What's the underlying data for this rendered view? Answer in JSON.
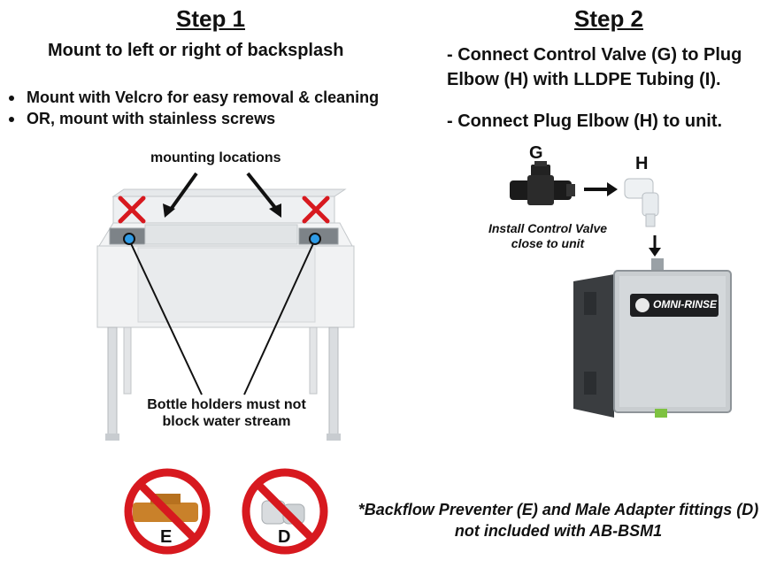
{
  "step1": {
    "title": "Step 1",
    "subtitle": "Mount to left or right of backsplash",
    "bullets": [
      "Mount with Velcro for easy removal & cleaning",
      "OR, mount with stainless screws"
    ],
    "mounting_label": "mounting locations",
    "bottle_note_line1": "Bottle holders must not",
    "bottle_note_line2": "block water stream"
  },
  "step2": {
    "title": "Step 2",
    "instruction1_line1": "- Connect Control Valve (G) to Plug",
    "instruction1_line2": "Elbow (H) with LLDPE Tubing (I).",
    "instruction2": "- Connect Plug Elbow (H) to unit.",
    "valve_letter": "G",
    "elbow_letter": "H",
    "valve_note_line1": "Install Control Valve",
    "valve_note_line2": "close to unit",
    "brand_logo": "OMNI-RINSE"
  },
  "not_included": {
    "item_e_letter": "E",
    "item_d_letter": "D",
    "note_line1": "*Backflow Preventer (E) and Male Adapter fittings (D)",
    "note_line2": "not included with AB-BSM1"
  },
  "colors": {
    "prohibit_red": "#d7191f",
    "blue_dot": "#2f9be6",
    "steel": "#cfd3d6",
    "brass": "#c9812a"
  }
}
